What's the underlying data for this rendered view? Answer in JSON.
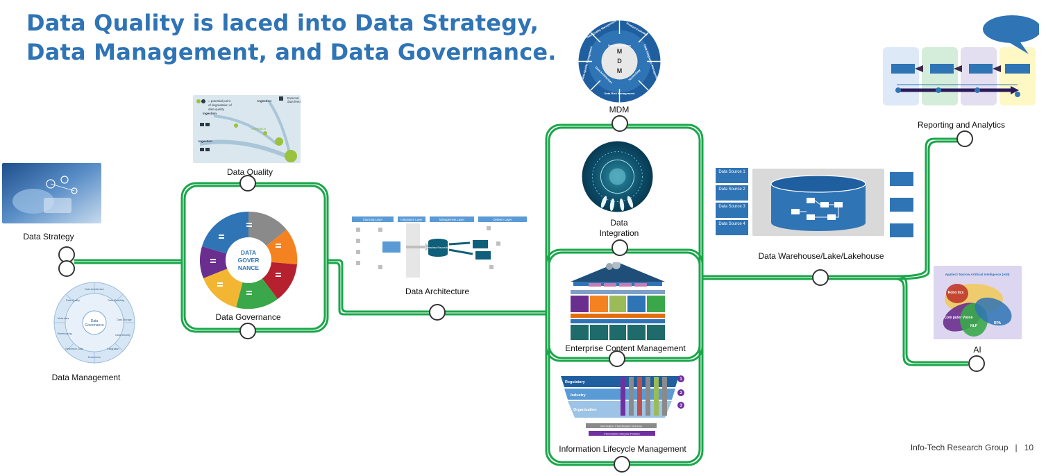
{
  "title": {
    "line1": "Data Quality is laced into Data Strategy,",
    "line2": "Data Management, and Data Governance."
  },
  "nodes": {
    "data_strategy": "Data Strategy",
    "data_management": "Data Management",
    "data_quality": "Data Quality",
    "data_governance": "Data Governance",
    "data_architecture": "Data Architecture",
    "mdm": "MDM",
    "data_integration_1": "Data",
    "data_integration_2": "Integration",
    "ecm": "Enterprise Content Management",
    "ilm": "Information Lifecycle Management",
    "dw": "Data Warehouse/Lake/Lakehouse",
    "reporting": "Reporting and Analytics",
    "ai": "AI"
  },
  "governance_wheel": {
    "center_line1": "DATA",
    "center_line2": "GOVER",
    "center_line3": "NANCE"
  },
  "data_sources": [
    "Data Source 1",
    "Data Source 2",
    "Data Source 3",
    "Data Source 4"
  ],
  "mdm_wheel": {
    "letters": [
      "M",
      "D",
      "M"
    ],
    "segments": [
      "Data Quality Management",
      "Product Evolution",
      "Data Governance",
      "Data Integration Management",
      "Data Risk Management",
      "Data Architecture",
      "Data Quality Management",
      "Technology"
    ]
  },
  "ilm_tiers": [
    "Regulatory",
    "Industry",
    "Organization"
  ],
  "ilm_bars": [
    "Information Classification Scheme",
    "Information Lifecycle Policies"
  ],
  "ai_venn": {
    "title": "Applied / Narrow Artificial Intelligence (ANI)",
    "labels": [
      "Robo tics",
      "Com puter Vision",
      "NLP",
      "RPA"
    ]
  },
  "architecture": {
    "layers": [
      "Sourcing Layer",
      "Integration Layer",
      "Management Layer",
      "Delivery Layer"
    ],
    "repo": "Metadata Repository"
  },
  "footer": {
    "org": "Info-Tech Research Group",
    "page": "10"
  },
  "colors": {
    "title": "#2f74b5",
    "connector": "#1aa64a",
    "governance": [
      "#2f74b5",
      "#7f7f7f",
      "#f58220",
      "#b7202e",
      "#3aa84a",
      "#f2b632",
      "#6a2f8e"
    ]
  }
}
